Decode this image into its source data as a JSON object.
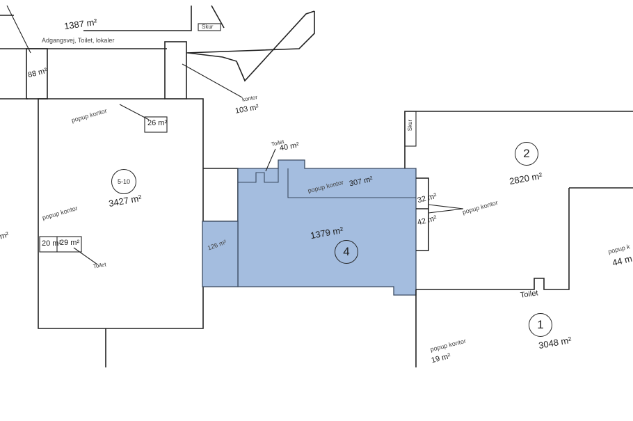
{
  "areas": {
    "top_left_area": "1387 m²",
    "access_road": "Adgangsvej, Toilet, lokaler",
    "shed_top": "Skur",
    "left_strip": "88 m²",
    "office_label": "kontor",
    "office_area": "103 m²",
    "popup_office_top": "popup kontor",
    "popup_office_top_area": "26 m²",
    "hall_5_10_number": "5-10",
    "hall_5_10_area": "3427 m²",
    "popup_office_left": "popup kontor",
    "left_small_1": "20 m²",
    "left_small_2": "29 m²",
    "toilet_left": "Toilet",
    "cutoff_left": "m²",
    "toilet_mid": "Toilet",
    "toilet_mid_area": "40 m²",
    "popup_office_mid": "popup kontor",
    "mid_area": "307 m²",
    "area_126": "126 m²",
    "hall_4_area": "1379 m²",
    "hall_4_number": "4",
    "area_32": "32 m²",
    "area_42": "42 m²",
    "popup_office_right": "popup kontor",
    "shed_right": "Skur",
    "hall_2_number": "2",
    "hall_2_area": "2820 m²",
    "popup_office_far_right": "popup k",
    "far_right_area": "44 m",
    "toilet_right": "Toilet",
    "hall_1_number": "1",
    "hall_1_area": "3048 m²",
    "popup_office_bottom": "popup kontor",
    "bottom_area": "19 m²"
  },
  "colors": {
    "selected_fill": "#a4bddf",
    "lines": "#222222"
  }
}
